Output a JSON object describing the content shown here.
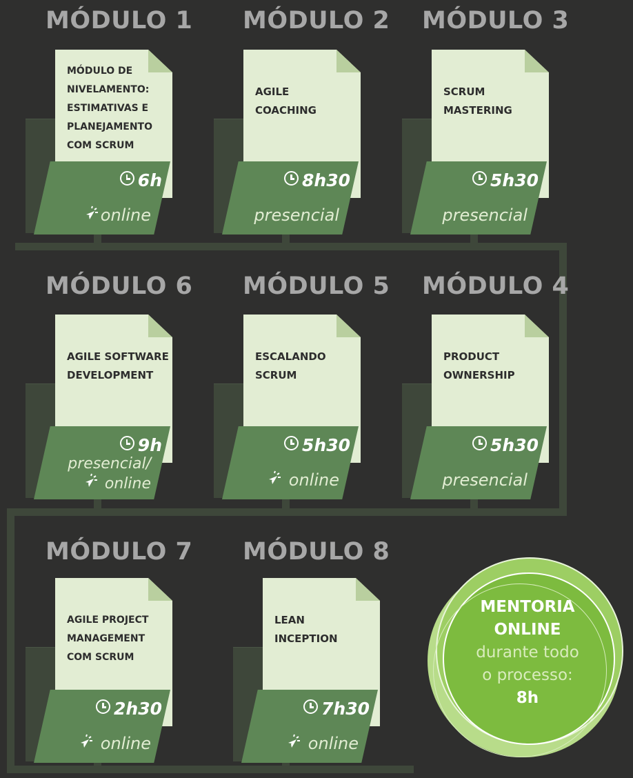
{
  "modules": [
    {
      "title": "MÓDULO 1",
      "name": "MÓDULO DE NIVELAMENTO: ESTIMATIVAS E PLANEJAMENTO COM SCRUM",
      "duration": "6h",
      "mode": "online",
      "online_icon": "cursor-click-icon"
    },
    {
      "title": "MÓDULO 2",
      "name": "AGILE COACHING",
      "duration": "8h30",
      "mode": "presencial"
    },
    {
      "title": "MÓDULO 3",
      "name": "SCRUM MASTERING",
      "duration": "5h30",
      "mode": "presencial"
    },
    {
      "title": "MÓDULO 6",
      "name": "AGILE SOFTWARE DEVELOPMENT",
      "duration": "9h",
      "mode": "presencial/",
      "mode2": "online"
    },
    {
      "title": "MÓDULO 5",
      "name": "ESCALANDO SCRUM",
      "duration": "5h30",
      "mode": "online"
    },
    {
      "title": "MÓDULO 4",
      "name": "PRODUCT OWNERSHIP",
      "duration": "5h30",
      "mode": "presencial"
    },
    {
      "title": "MÓDULO 7",
      "name": "AGILE PROJECT MANAGEMENT COM SCRUM",
      "duration": "2h30",
      "mode": "online"
    },
    {
      "title": "MÓDULO 8",
      "name": "LEAN INCEPTION",
      "duration": "7h30",
      "mode": "online"
    }
  ],
  "mentoria": {
    "line1": "MENTORIA",
    "line2": "ONLINE",
    "line3": "durante todo",
    "line4": "o processo:",
    "line5": "8h"
  },
  "colors": {
    "background": "#2f2f2e",
    "paper": "#e2edd3",
    "folder": "#5e8756",
    "connector": "#3e473a",
    "circle": "#7dbb3f"
  }
}
